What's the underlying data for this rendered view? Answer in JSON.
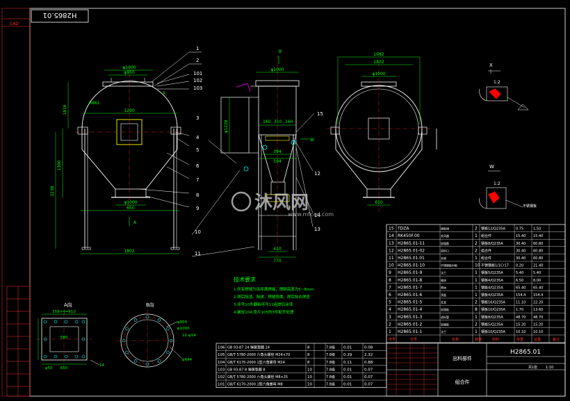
{
  "drawing": {
    "title_stamp": "H2865.01",
    "side_tabs": [
      "CAD"
    ]
  },
  "views": {
    "front": {
      "dims": [
        "φ1000",
        "φ950",
        "R861",
        "1290",
        "φ1000",
        "650",
        "1802",
        "1816",
        "1390",
        "2238",
        "A"
      ],
      "part_labels": [
        "1",
        "2",
        "3",
        "4",
        "5",
        "6",
        "7",
        "8",
        "9",
        "10",
        "11"
      ],
      "ref_labels": [
        "101",
        "102",
        "103"
      ]
    },
    "side": {
      "dims": [
        "φ1000",
        "B",
        "φ1228",
        "160",
        "310",
        "160",
        "394",
        "594",
        "410",
        "770",
        "W"
      ],
      "part_labels": [
        "12",
        "13",
        "14",
        "15"
      ]
    },
    "top": {
      "dims": [
        "1982",
        "1802",
        "φ1000",
        "610",
        "X"
      ]
    },
    "detail_x": {
      "label": "X",
      "scale": "1:2"
    },
    "detail_w": {
      "label": "W",
      "scale": "1:2",
      "note": "不锈钢板"
    },
    "section_a": {
      "label": "A向",
      "dims": [
        "158×4=610",
        "φ50",
        "650",
        "580",
        "14"
      ]
    },
    "section_b": {
      "label": "B向",
      "dims": [
        "φ950",
        "φ1000",
        "12-φ14",
        "φ694"
      ]
    }
  },
  "tech_req": {
    "heading": "技术要求",
    "items": [
      "1.所有焊缝为连续满焊缝，焊脚高度为5~8mm",
      "2.焊后除渣、除锈，焊缝饱满，焊后除去焊渣",
      "3.序号10件翻新序号11组焊后涂漆",
      "4.螺栓104.垫片105的3件配齐处理"
    ]
  },
  "parts_list": [
    {
      "no": "15",
      "code": "TDZA",
      "name": "插板阀",
      "qty": "2",
      "material": "钢板12/Q235A",
      "w1": "0.75",
      "w2": "1.50"
    },
    {
      "no": "14",
      "code": "RK450F.00",
      "name": "关风器",
      "qty": "1",
      "material": "组合件",
      "w1": "15.40",
      "w2": "15.40"
    },
    {
      "no": "13",
      "code": "H2865.01-11",
      "name": "加强筋",
      "qty": "2",
      "material": "钢板8/Q235A",
      "w1": "30.40",
      "w2": "60.80"
    },
    {
      "no": "12",
      "code": "H2865.01-02",
      "name": "进料口",
      "qty": "2",
      "material": "组合件",
      "w1": "30.40",
      "w2": "60.80"
    },
    {
      "no": "11",
      "code": "H2865.01.01",
      "name": "支座",
      "qty": "1",
      "material": "组合件",
      "w1": "30.40",
      "w2": "60.80"
    },
    {
      "no": "10",
      "code": "H2865.01-10",
      "name": "不锈钢板衬板",
      "qty": "10",
      "material": "不锈钢板1/1Cr17",
      "w1": "0.20",
      "w2": "21.40"
    },
    {
      "no": "9",
      "code": "H2865.01-9",
      "name": "法兰",
      "qty": "1",
      "material": "钢板5/Q235A",
      "w1": "5.40",
      "w2": "5.40"
    },
    {
      "no": "8",
      "code": "H2865.01-8",
      "name": "锥体",
      "qty": "1",
      "material": "钢板4/Q235A",
      "w1": "6.50",
      "w2": "8.00"
    },
    {
      "no": "7",
      "code": "H2865.01-7",
      "name": "筒体",
      "qty": "1",
      "material": "钢板4/Q235A",
      "w1": "65.40",
      "w2": "65.40"
    },
    {
      "no": "6",
      "code": "H2865.01-6",
      "name": "顶盖",
      "qty": "1",
      "material": "钢板4/Q235A",
      "w1": "154.4",
      "w2": "154.4"
    },
    {
      "no": "5",
      "code": "H2865.01-5",
      "name": "支耳",
      "qty": "2",
      "material": "钢板16/Q235A",
      "w1": "11.10",
      "w2": "22.20"
    },
    {
      "no": "4",
      "code": "H2865.01-4",
      "name": "加强板",
      "qty": "8",
      "material": "钢板10/Q235A",
      "w1": "1.70",
      "w2": "13.60"
    },
    {
      "no": "3",
      "code": "H2865.01-3",
      "name": "进料管",
      "qty": "1",
      "material": "钢板8/Q235A",
      "w1": "48.70",
      "w2": "48.70"
    },
    {
      "no": "2",
      "code": "H2865.01-2",
      "name": "加强板",
      "qty": "2",
      "material": "钢板5/Q235A",
      "w1": "15.20",
      "w2": "15.20"
    },
    {
      "no": "1",
      "code": "H2865.01-1",
      "name": "法兰",
      "qty": "1",
      "material": "钢板10/Q235A",
      "w1": "10.10",
      "w2": "10.10"
    }
  ],
  "parts_header": [
    "序号",
    "代号",
    "名称",
    "数量",
    "材料",
    "单重",
    "总重",
    "备注"
  ],
  "bolts_list": [
    {
      "no": "106",
      "code": "GB 93-87",
      "name": "24 弹簧垫圈 24",
      "qty": "8",
      "w1": "0.01",
      "w2": "0.08"
    },
    {
      "no": "105",
      "code": "GB/T 5780-2000",
      "name": "六角头螺栓 M24×70",
      "qty": "8",
      "w1": "0.29",
      "w2": "2.32"
    },
    {
      "no": "104",
      "code": "GB/T 6170-2000",
      "name": "1型六角螺母 M24",
      "qty": "8",
      "w1": "0.11",
      "w2": "0.88"
    },
    {
      "no": "103",
      "code": "GB 93-87",
      "name": "8 弹簧垫圈 8",
      "qty": "10",
      "w1": "0.01",
      "w2": "0.07"
    },
    {
      "no": "102",
      "code": "GB/T 5780-2000",
      "name": "六角头螺栓 M8×25",
      "qty": "10",
      "w1": "0.01",
      "w2": "0.07"
    },
    {
      "no": "101",
      "code": "GB/T 6170-2000",
      "name": "1型六角螺母 M8",
      "qty": "10",
      "w1": "0.01",
      "w2": "0.07"
    }
  ],
  "bolts_material": "7.8级",
  "title_block": {
    "drawing_no": "H2865.01",
    "part_name": "出料部件",
    "assembly": "组合件",
    "scale": "1:10",
    "sheet": "共1张"
  },
  "watermark": {
    "brand": "沐风网",
    "url": "www.mfcad.com"
  },
  "colors": {
    "bg": "#000000",
    "frame": "#ffffff",
    "geometry": "#ffffff",
    "dim": "#00ff00",
    "table_text": "#ffffff",
    "table_red": "#ff3333",
    "tech_text": "#00ff00",
    "magenta": "#ff00ff",
    "yellow": "#ffff00",
    "hatch": "#ff0000",
    "cyan": "#00ffff"
  }
}
